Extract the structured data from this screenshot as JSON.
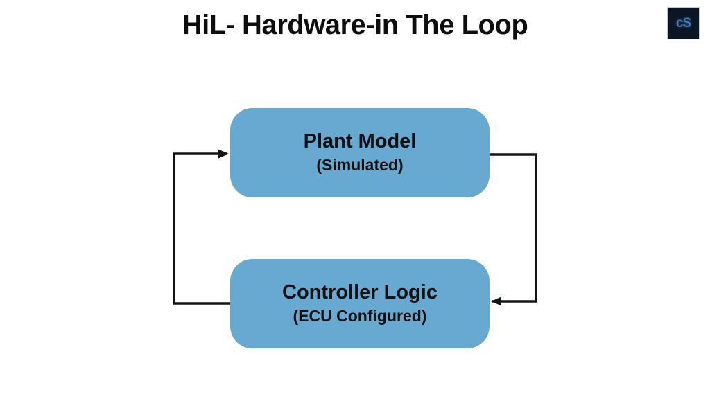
{
  "title": "HiL- Hardware-in The Loop",
  "logo": {
    "text": "cS"
  },
  "diagram": {
    "nodes": [
      {
        "id": "plant",
        "label": "Plant Model",
        "sublabel": "(Simulated)"
      },
      {
        "id": "controller",
        "label": "Controller Logic",
        "sublabel": "(ECU Configured)"
      }
    ],
    "edges": [
      {
        "from": "controller",
        "to": "plant",
        "side": "left",
        "direction": "up"
      },
      {
        "from": "plant",
        "to": "controller",
        "side": "right",
        "direction": "down"
      }
    ],
    "colors": {
      "node_fill": "#68A9D1",
      "line": "#141414",
      "text": "#101010",
      "background": "#ffffff",
      "logo_background": "#0b1524",
      "logo_text": "#4678ad"
    }
  }
}
